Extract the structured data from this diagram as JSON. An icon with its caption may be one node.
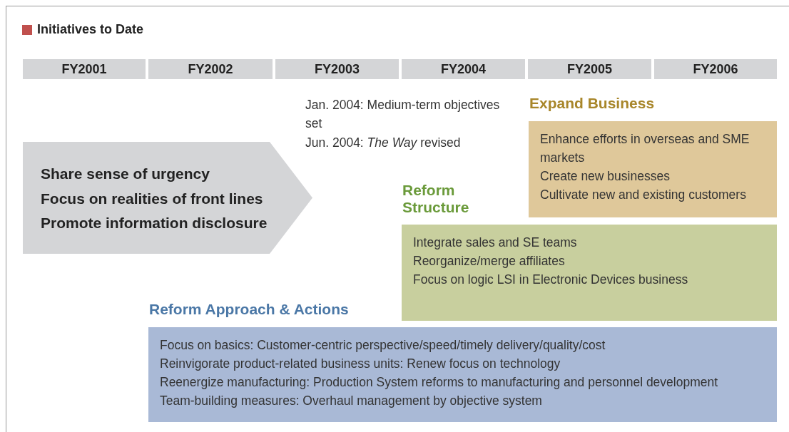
{
  "diagram": {
    "title": "Initiatives to Date",
    "nodes": [
      {
        "text": [
          "FY2001"
        ]
      },
      {
        "text": [
          "FY2002"
        ]
      },
      {
        "text": [
          "FY2003"
        ]
      },
      {
        "text": [
          "FY2004"
        ]
      },
      {
        "text": [
          "FY2005"
        ]
      },
      {
        "text": [
          "FY2006"
        ]
      },
      {
        "text": [
          "Share sense of urgency",
          "Focus on realities of front lines",
          "Promote information disclosure"
        ]
      },
      {
        "text": [
          "Expand Business",
          "Enhance efforts in overseas and SME markets",
          "Create new businesses",
          "Cultivate new and existing customers"
        ]
      },
      {
        "text": [
          "Reform Structure",
          "Integrate sales and SE teams",
          "Reorganize/merge affiliates",
          "Focus on logic LSI in Electronic Devices business"
        ]
      },
      {
        "text": [
          "Reform Approach & Actions",
          "Focus on basics: Customer-centric perspective/speed/timely delivery/quality/cost",
          "Reinvigorate product-related business units: Renew focus on technology",
          "Reenergize manufacturing: Production System reforms to manufacturing and personnel development",
          "Team-building measures: Overhaul management by objective system"
        ]
      }
    ],
    "labels": [
      "Jan. 2004: Medium-term objectives set",
      "Jun. 2004: *The Way* revised"
    ]
  }
}
